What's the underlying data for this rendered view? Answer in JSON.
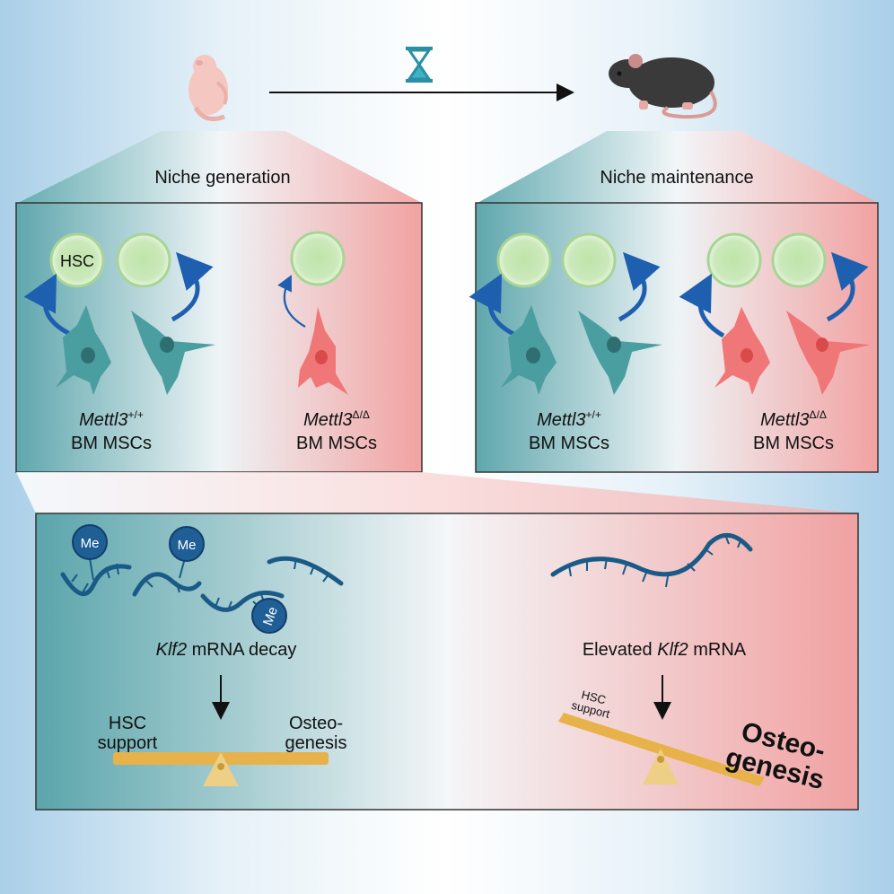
{
  "header": {
    "panel_left_title": "Niche generation",
    "panel_right_title": "Niche maintenance"
  },
  "panel_left": {
    "hsc_label": "HSC",
    "wt_gene": "Mettl3",
    "wt_sup": "+/+",
    "wt_cells": "BM MSCs",
    "ko_gene": "Mettl3",
    "ko_sup": "Δ/Δ",
    "ko_cells": "BM MSCs"
  },
  "panel_right": {
    "wt_gene": "Mettl3",
    "wt_sup": "+/+",
    "wt_cells": "BM MSCs",
    "ko_gene": "Mettl3",
    "ko_sup": "Δ/Δ",
    "ko_cells": "BM MSCs"
  },
  "bottom": {
    "me_label": "Me",
    "decay_gene": "Klf2",
    "decay_text": " mRNA decay",
    "elevated_pre": "Elevated ",
    "elevated_gene": "Klf2",
    "elevated_post": " mRNA",
    "left_balance_hsc_line1": "HSC",
    "left_balance_hsc_line2": "support",
    "left_balance_osteo_line1": "Osteo-",
    "left_balance_osteo_line2": "genesis",
    "right_balance_hsc_line1": "HSC",
    "right_balance_hsc_line2": "support",
    "right_balance_osteo_line1": "Osteo-",
    "right_balance_osteo_line2": "genesis"
  },
  "colors": {
    "teal": "#3f8f93",
    "pink": "#f3a6a6",
    "arrow_blue": "#1f5fb0",
    "dna_blue": "#1a5a86",
    "gold": "#e8b24a",
    "hsc_green": "#c9e8b8"
  }
}
